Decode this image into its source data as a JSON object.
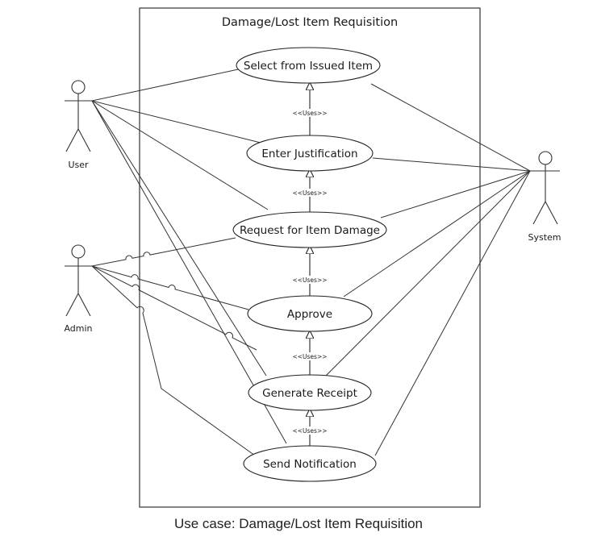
{
  "system_boundary": {
    "title": "Damage/Lost Item Requisition"
  },
  "actors": {
    "user": "User",
    "admin": "Admin",
    "system": "System"
  },
  "use_cases": {
    "select_issued": "Select from Issued Item",
    "enter_justification": "Enter Justification",
    "request_damage": "Request for Item Damage",
    "approve": "Approve",
    "generate_receipt": "Generate Receipt",
    "send_notification": "Send Notification"
  },
  "relations": {
    "uses": "<<Uses>>"
  },
  "caption": "Use case:  Damage/Lost Item Requisition"
}
